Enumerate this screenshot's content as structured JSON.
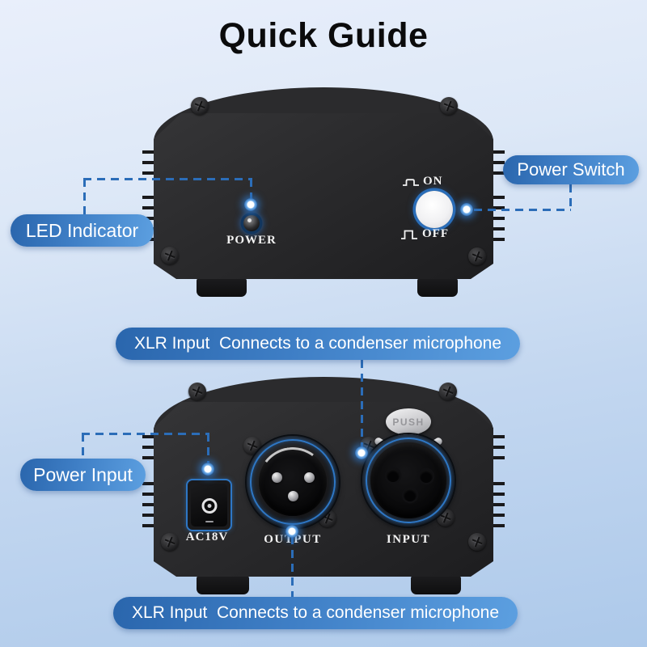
{
  "title": "Quick Guide",
  "colors": {
    "accent_blue": "#2B6DB8",
    "pill_gradient_start": "#2A66AD",
    "pill_gradient_end": "#5C9FE0",
    "background_top": "#E9EFFB",
    "background_bottom": "#ADC9EA",
    "chassis_dark": "#242426"
  },
  "callouts": {
    "led_indicator": "LED Indicator",
    "power_switch": "Power Switch",
    "power_input": "Power Input",
    "xlr_top": "XLR Input  Connects to a condenser microphone",
    "xlr_bottom": "XLR Input  Connects to a condenser microphone"
  },
  "front_panel": {
    "power_led_label": "POWER",
    "switch_on_label": "ON",
    "switch_off_label": "OFF"
  },
  "rear_panel": {
    "dc_jack_label": "AC18V",
    "output_label": "OUTPUT",
    "input_label": "INPUT",
    "push_latch_label": "PUSH"
  }
}
